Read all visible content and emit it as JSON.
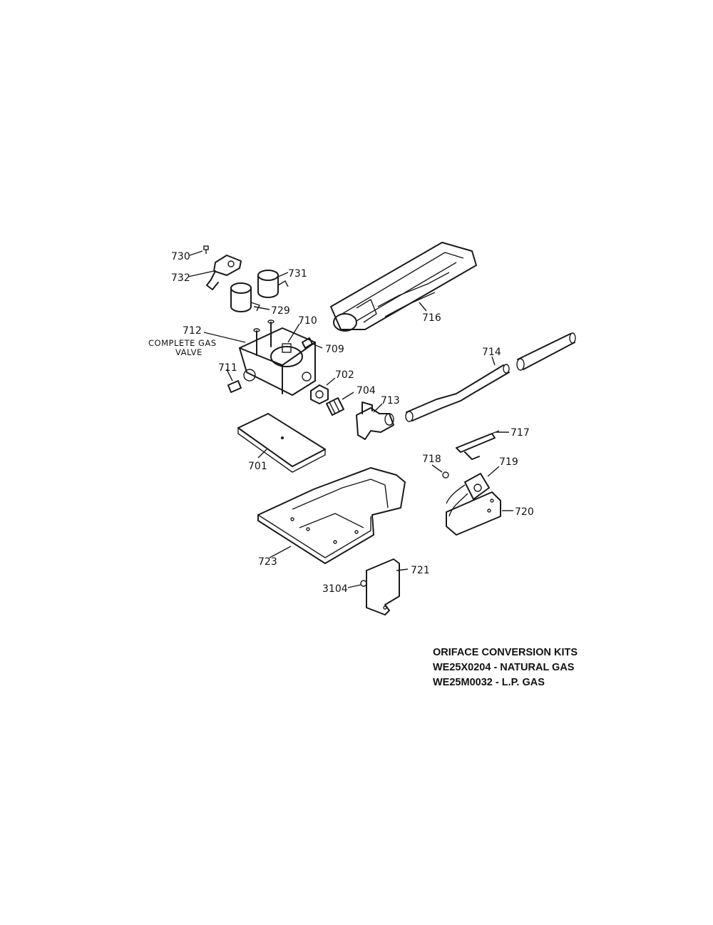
{
  "diagram": {
    "labels": {
      "p730": "730",
      "p732": "732",
      "p731": "731",
      "p729": "729",
      "p716": "716",
      "p712": "712",
      "p710": "710",
      "p709": "709",
      "p711": "711",
      "p702": "702",
      "p704": "704",
      "p713": "713",
      "p714": "714",
      "p717": "717",
      "p701": "701",
      "p718": "718",
      "p719": "719",
      "p720": "720",
      "p723": "723",
      "p721": "721",
      "p3104": "3104"
    },
    "valve_caption_line1": "COMPLETE GAS",
    "valve_caption_line2": "VALVE"
  },
  "notes": {
    "title": "ORIFACE CONVERSION KITS",
    "kit1": "WE25X0204 - NATURAL GAS",
    "kit2": "WE25M0032 - L.P. GAS"
  }
}
